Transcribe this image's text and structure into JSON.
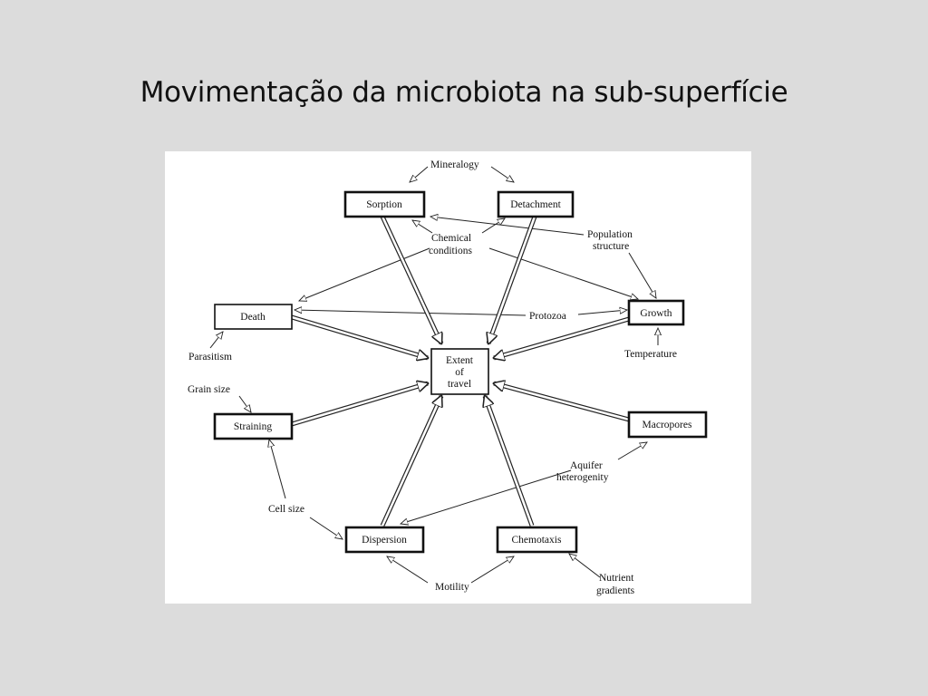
{
  "slide": {
    "title": "Movimentação da microbiota na sub-superfície"
  },
  "diagram": {
    "boxes": {
      "sorption": "Sorption",
      "detachment": "Detachment",
      "death": "Death",
      "growth": "Growth",
      "extent_line1": "Extent",
      "extent_line2": "of",
      "extent_line3": "travel",
      "straining": "Straining",
      "macropores": "Macropores",
      "dispersion": "Dispersion",
      "chemotaxis": "Chemotaxis"
    },
    "factors": {
      "mineralogy": "Mineralogy",
      "chemical_line1": "Chemical",
      "chemical_line2": "conditions",
      "population_line1": "Population",
      "population_line2": "structure",
      "protozoa": "Protozoa",
      "temperature": "Temperature",
      "parasitism": "Parasitism",
      "grain_size": "Grain size",
      "aquifer_line1": "Aquifer",
      "aquifer_line2": "heterogenity",
      "cell_size": "Cell size",
      "motility": "Motility",
      "nutrient_line1": "Nutrient",
      "nutrient_line2": "gradients"
    }
  }
}
